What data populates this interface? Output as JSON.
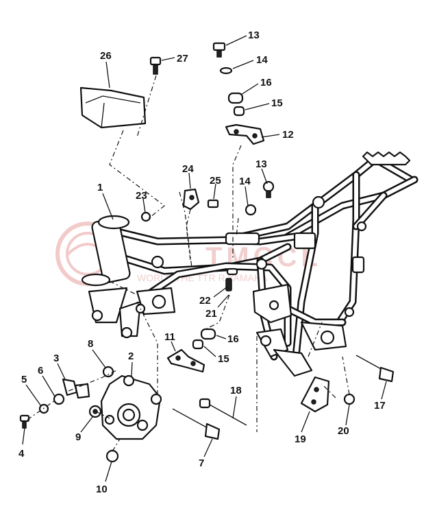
{
  "watermark": {
    "brand": "TMCCL",
    "tagline": "WORLD   THE   TTR   R   YAMAHA"
  },
  "callouts": [
    {
      "id": "1",
      "text": "1"
    },
    {
      "id": "2",
      "text": "2"
    },
    {
      "id": "3",
      "text": "3"
    },
    {
      "id": "4",
      "text": "4"
    },
    {
      "id": "5",
      "text": "5"
    },
    {
      "id": "6",
      "text": "6"
    },
    {
      "id": "7",
      "text": "7"
    },
    {
      "id": "8",
      "text": "8"
    },
    {
      "id": "9",
      "text": "9"
    },
    {
      "id": "10",
      "text": "10"
    },
    {
      "id": "11",
      "text": "11"
    },
    {
      "id": "12",
      "text": "12"
    },
    {
      "id": "13a",
      "text": "13"
    },
    {
      "id": "13b",
      "text": "13"
    },
    {
      "id": "14a",
      "text": "14"
    },
    {
      "id": "14b",
      "text": "14"
    },
    {
      "id": "15a",
      "text": "15"
    },
    {
      "id": "15b",
      "text": "15"
    },
    {
      "id": "16a",
      "text": "16"
    },
    {
      "id": "16b",
      "text": "16"
    },
    {
      "id": "17",
      "text": "17"
    },
    {
      "id": "18",
      "text": "18"
    },
    {
      "id": "19",
      "text": "19"
    },
    {
      "id": "20",
      "text": "20"
    },
    {
      "id": "21",
      "text": "21"
    },
    {
      "id": "22",
      "text": "22"
    },
    {
      "id": "23",
      "text": "23"
    },
    {
      "id": "24",
      "text": "24"
    },
    {
      "id": "25",
      "text": "25"
    },
    {
      "id": "26",
      "text": "26"
    },
    {
      "id": "27",
      "text": "27"
    }
  ]
}
